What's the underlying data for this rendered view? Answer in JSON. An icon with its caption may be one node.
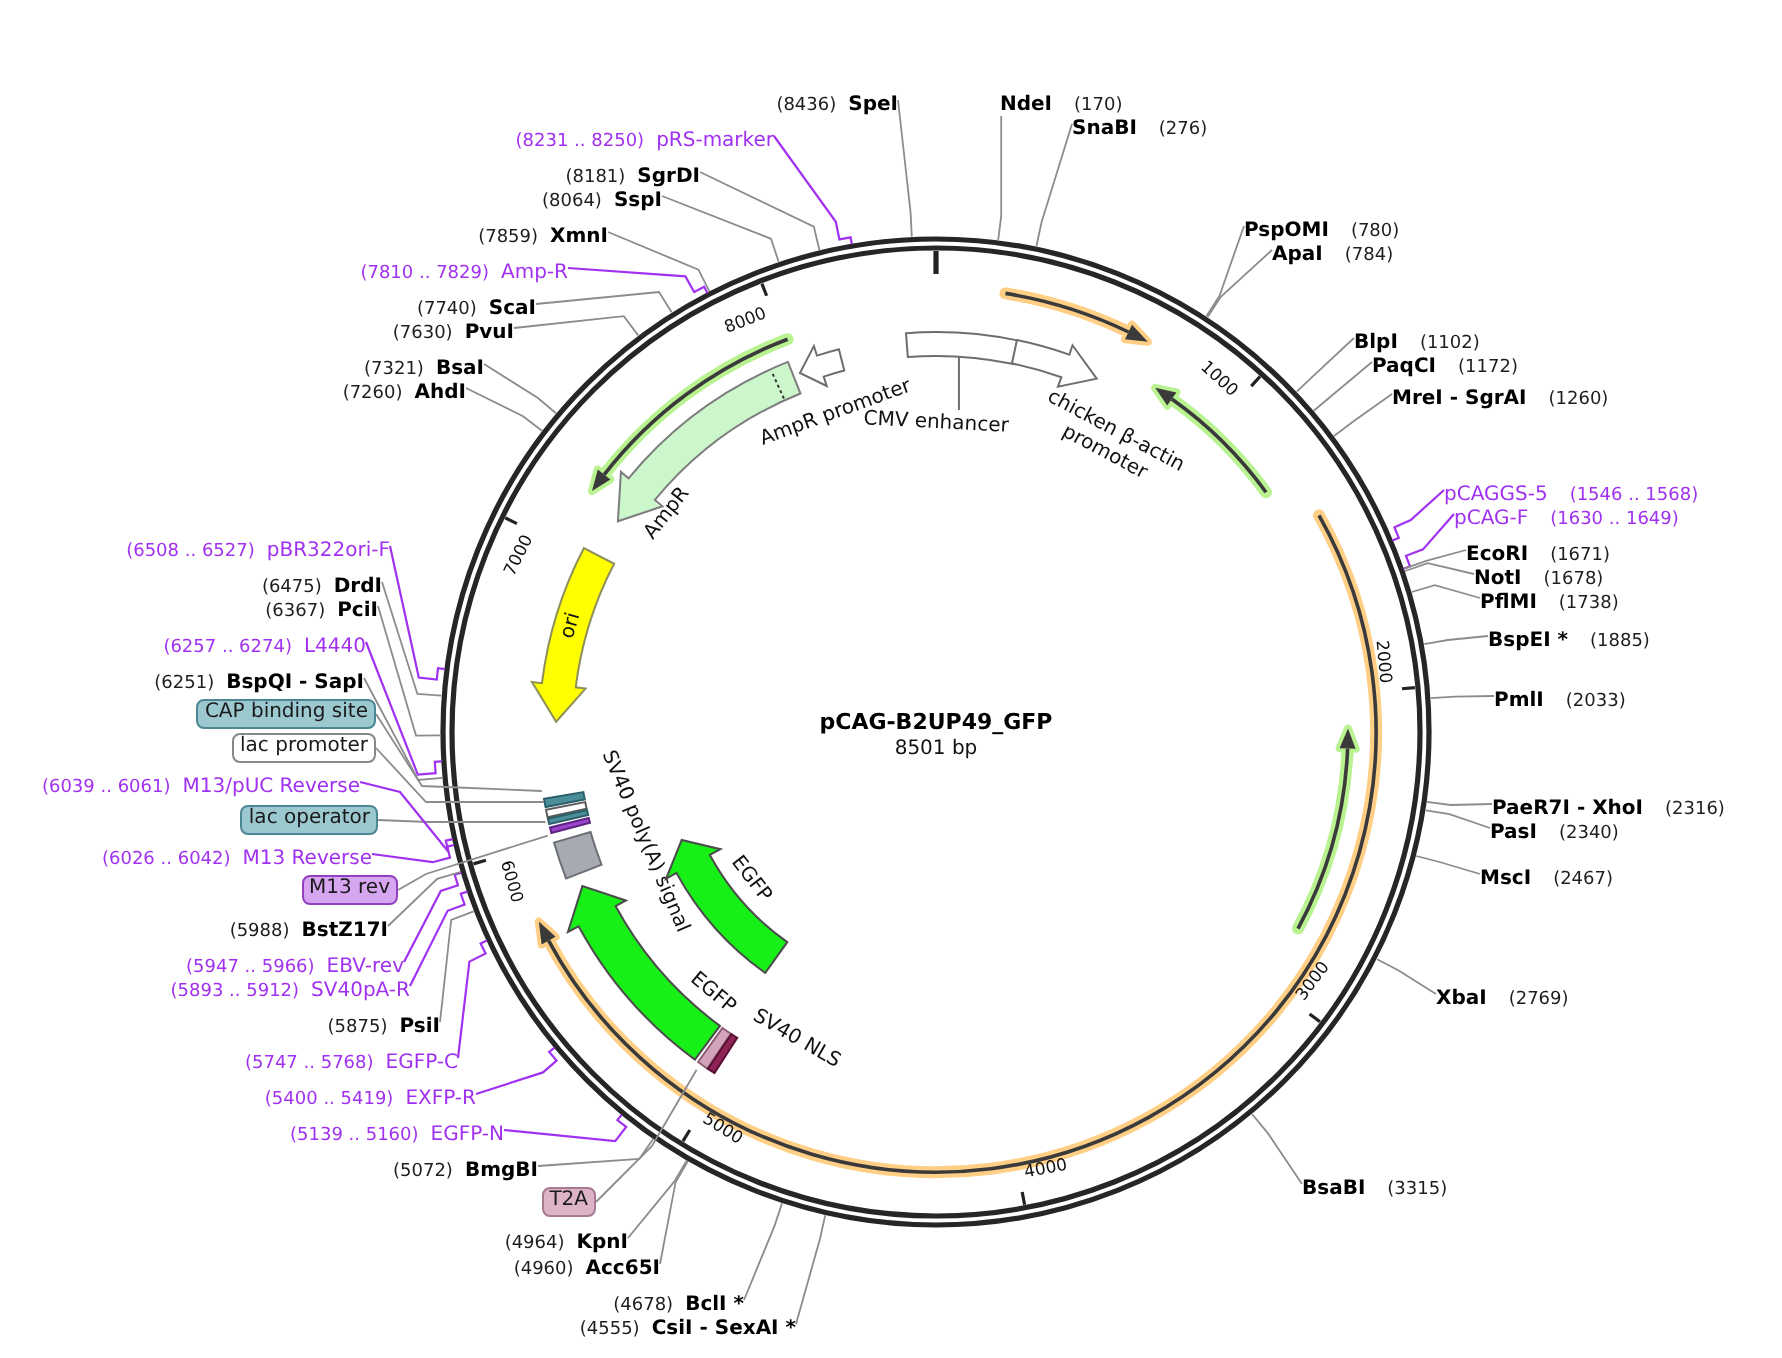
{
  "diagram": {
    "title": "pCAG-B2UP49_GFP",
    "nodes": [
      {
        "text": [
          "NdeI",
          "(170)"
        ]
      },
      {
        "text": [
          "SnaBI",
          "(276)"
        ]
      },
      {
        "text": [
          "PspOMI",
          "(780)"
        ]
      },
      {
        "text": [
          "ApaI",
          "(784)"
        ]
      },
      {
        "text": [
          "BlpI",
          "(1102)"
        ]
      },
      {
        "text": [
          "PaqCI",
          "(1172)"
        ]
      },
      {
        "text": [
          "MreI - SgrAI",
          "(1260)"
        ]
      },
      {
        "text": [
          "pCAGGS-5",
          "(1546 .. 1568)"
        ]
      },
      {
        "text": [
          "pCAG-F",
          "(1630 .. 1649)"
        ]
      },
      {
        "text": [
          "EcoRI",
          "(1671)"
        ]
      },
      {
        "text": [
          "NotI",
          "(1678)"
        ]
      },
      {
        "text": [
          "PflMI",
          "(1738)"
        ]
      },
      {
        "text": [
          "BspEI *",
          "(1885)"
        ]
      },
      {
        "text": [
          "PmlI",
          "(2033)"
        ]
      },
      {
        "text": [
          "PaeR7I - XhoI",
          "(2316)"
        ]
      },
      {
        "text": [
          "PasI",
          "(2340)"
        ]
      },
      {
        "text": [
          "MscI",
          "(2467)"
        ]
      },
      {
        "text": [
          "XbaI",
          "(2769)"
        ]
      },
      {
        "text": [
          "BsaBI",
          "(3315)"
        ]
      },
      {
        "text": [
          "(4555)",
          "CsiI - SexAI *"
        ]
      },
      {
        "text": [
          "(4678)",
          "BclI *"
        ]
      },
      {
        "text": [
          "(4960)",
          "Acc65I"
        ]
      },
      {
        "text": [
          "(4964)",
          "KpnI"
        ]
      },
      {
        "text": [
          "T2A"
        ]
      },
      {
        "text": [
          "(5072)",
          "BmgBI"
        ]
      },
      {
        "text": [
          "(5139 .. 5160)",
          "EGFP-N"
        ]
      },
      {
        "text": [
          "(5400 .. 5419)",
          "EXFP-R"
        ]
      },
      {
        "text": [
          "(5747 .. 5768)",
          "EGFP-C"
        ]
      },
      {
        "text": [
          "(5875)",
          "PsiI"
        ]
      },
      {
        "text": [
          "(5893 .. 5912)",
          "SV40pA-R"
        ]
      },
      {
        "text": [
          "(5947 .. 5966)",
          "EBV-rev"
        ]
      },
      {
        "text": [
          "(5988)",
          "BstZ17I"
        ]
      },
      {
        "text": [
          "M13 rev"
        ]
      },
      {
        "text": [
          "(6026 .. 6042)",
          "M13 Reverse"
        ]
      },
      {
        "text": [
          "lac operator"
        ]
      },
      {
        "text": [
          "(6039 .. 6061)",
          "M13/pUC Reverse"
        ]
      },
      {
        "text": [
          "lac promoter"
        ]
      },
      {
        "text": [
          "CAP binding site"
        ]
      },
      {
        "text": [
          "(6251)",
          "BspQI - SapI"
        ]
      },
      {
        "text": [
          "(6257 .. 6274)",
          "L4440"
        ]
      },
      {
        "text": [
          "(6367)",
          "PciI"
        ]
      },
      {
        "text": [
          "(6475)",
          "DrdI"
        ]
      },
      {
        "text": [
          "(6508 .. 6527)",
          "pBR322ori-F"
        ]
      },
      {
        "text": [
          "(7260)",
          "AhdI"
        ]
      },
      {
        "text": [
          "(7321)",
          "BsaI"
        ]
      },
      {
        "text": [
          "(7630)",
          "PvuI"
        ]
      },
      {
        "text": [
          "(7740)",
          "ScaI"
        ]
      },
      {
        "text": [
          "(7810 .. 7829)",
          "Amp-R"
        ]
      },
      {
        "text": [
          "(7859)",
          "XmnI"
        ]
      },
      {
        "text": [
          "(8064)",
          "SspI"
        ]
      },
      {
        "text": [
          "(8181)",
          "SgrDI"
        ]
      },
      {
        "text": [
          "(8231 .. 8250)",
          "pRS-marker"
        ]
      },
      {
        "text": [
          "(8436)",
          "SpeI"
        ]
      },
      {
        "text": [
          "CMV enhancer"
        ]
      },
      {
        "text": [
          "chicken β-actin promoter"
        ]
      },
      {
        "text": [
          "AmpR promoter"
        ]
      },
      {
        "text": [
          "AmpR"
        ]
      },
      {
        "text": [
          "ori"
        ]
      },
      {
        "text": [],
        "shape": "box"
      },
      {
        "text": [],
        "shape": "box"
      },
      {
        "text": [],
        "shape": "box"
      },
      {
        "text": [],
        "shape": "box"
      },
      {
        "text": [
          "SV40 poly(A) signal"
        ]
      },
      {
        "text": [
          "EGFP"
        ]
      },
      {
        "text": [
          "EGFP"
        ]
      },
      {
        "text": [],
        "shape": "box"
      },
      {
        "text": [
          "SV40 NLS"
        ]
      }
    ],
    "edges": [
      {
        "from": 0,
        "to": null,
        "arrow": "none"
      },
      {
        "from": 1,
        "to": null,
        "arrow": "none"
      },
      {
        "from": 2,
        "to": null,
        "arrow": "none"
      },
      {
        "from": 3,
        "to": null,
        "arrow": "none"
      },
      {
        "from": 4,
        "to": null,
        "arrow": "none"
      },
      {
        "from": 5,
        "to": null,
        "arrow": "none"
      },
      {
        "from": 6,
        "to": null,
        "arrow": "none"
      },
      {
        "from": 7,
        "to": null,
        "arrow": "none",
        "color": "#a131f0"
      },
      {
        "from": 8,
        "to": null,
        "arrow": "none",
        "color": "#a131f0"
      },
      {
        "from": 9,
        "to": null,
        "arrow": "none"
      },
      {
        "from": 10,
        "to": null,
        "arrow": "none"
      },
      {
        "from": 11,
        "to": null,
        "arrow": "none"
      },
      {
        "from": 12,
        "to": null,
        "arrow": "none"
      },
      {
        "from": 13,
        "to": null,
        "arrow": "none"
      },
      {
        "from": 14,
        "to": null,
        "arrow": "none"
      },
      {
        "from": 15,
        "to": null,
        "arrow": "none"
      },
      {
        "from": 16,
        "to": null,
        "arrow": "none"
      },
      {
        "from": 17,
        "to": null,
        "arrow": "none"
      },
      {
        "from": 18,
        "to": null,
        "arrow": "none"
      },
      {
        "from": 19,
        "to": null,
        "arrow": "none"
      },
      {
        "from": 20,
        "to": null,
        "arrow": "none"
      },
      {
        "from": 21,
        "to": null,
        "arrow": "none"
      },
      {
        "from": 22,
        "to": null,
        "arrow": "none"
      },
      {
        "from": 23,
        "to": 65,
        "arrow": "none"
      },
      {
        "from": 24,
        "to": null,
        "arrow": "none"
      },
      {
        "from": 25,
        "to": null,
        "arrow": "none",
        "color": "#a131f0"
      },
      {
        "from": 26,
        "to": null,
        "arrow": "none",
        "color": "#a131f0"
      },
      {
        "from": 27,
        "to": null,
        "arrow": "none",
        "color": "#a131f0"
      },
      {
        "from": 28,
        "to": null,
        "arrow": "none"
      },
      {
        "from": 29,
        "to": null,
        "arrow": "none",
        "color": "#a131f0"
      },
      {
        "from": 30,
        "to": null,
        "arrow": "none",
        "color": "#a131f0"
      },
      {
        "from": 31,
        "to": null,
        "arrow": "none"
      },
      {
        "from": 32,
        "to": 61,
        "arrow": "none"
      },
      {
        "from": 33,
        "to": null,
        "arrow": "none",
        "color": "#a131f0"
      },
      {
        "from": 34,
        "to": 60,
        "arrow": "none"
      },
      {
        "from": 35,
        "to": null,
        "arrow": "none",
        "color": "#a131f0"
      },
      {
        "from": 36,
        "to": 59,
        "arrow": "none"
      },
      {
        "from": 37,
        "to": 58,
        "arrow": "none"
      },
      {
        "from": 38,
        "to": null,
        "arrow": "none"
      },
      {
        "from": 39,
        "to": null,
        "arrow": "none",
        "color": "#a131f0"
      },
      {
        "from": 40,
        "to": null,
        "arrow": "none"
      },
      {
        "from": 41,
        "to": null,
        "arrow": "none"
      },
      {
        "from": 42,
        "to": null,
        "arrow": "none",
        "color": "#a131f0"
      },
      {
        "from": 43,
        "to": null,
        "arrow": "none"
      },
      {
        "from": 44,
        "to": null,
        "arrow": "none"
      },
      {
        "from": 45,
        "to": null,
        "arrow": "none"
      },
      {
        "from": 46,
        "to": null,
        "arrow": "none"
      },
      {
        "from": 47,
        "to": null,
        "arrow": "none",
        "color": "#a131f0"
      },
      {
        "from": 48,
        "to": null,
        "arrow": "none"
      },
      {
        "from": 49,
        "to": null,
        "arrow": "none"
      },
      {
        "from": 50,
        "to": null,
        "arrow": "none"
      },
      {
        "from": 51,
        "to": null,
        "arrow": "none",
        "color": "#a131f0"
      },
      {
        "from": 52,
        "to": null,
        "arrow": "none"
      }
    ],
    "labels": [
      "1000",
      "2000",
      "3000",
      "4000",
      "5000",
      "6000",
      "7000",
      "8000",
      "8501 bp"
    ]
  }
}
